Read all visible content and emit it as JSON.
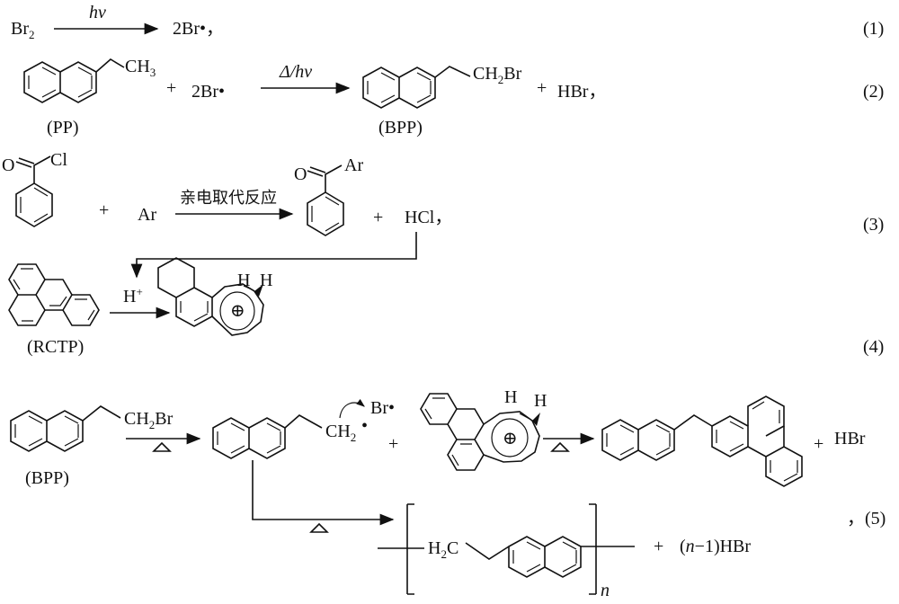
{
  "eq1": {
    "br2": "Br",
    "br2_sub": "2",
    "arrow_label": "hv",
    "product": "2Br•，",
    "number": "(1)"
  },
  "eq2": {
    "ch3": "CH",
    "ch3_sub": "3",
    "plus1": "+",
    "reagent": "2Br•",
    "arrow_label": "Δ/hv",
    "ch2br_pre": "CH",
    "ch2br_sub": "2",
    "ch2br_post": "Br",
    "plus2": "+",
    "hbr": "HBr，",
    "label_pp": "(PP)",
    "label_bpp": "(BPP)",
    "number": "(2)"
  },
  "eq3": {
    "o1": "O",
    "cl": "Cl",
    "plus1": "+",
    "ar": "Ar",
    "arrow_label": "亲电取代反应",
    "o2": "O",
    "ar2": "Ar",
    "plus2": "+",
    "hcl": "HCl，",
    "number": "(3)"
  },
  "eq4": {
    "hplus": "H",
    "hplus_sup": "+",
    "h1": "H",
    "h2": "H",
    "oplus": "⊕",
    "label_rctp": "(RCTP)",
    "number": "(4)"
  },
  "eq5": {
    "ch2br_pre": "CH",
    "ch2br_sub": "2",
    "ch2br_post": "Br",
    "label_bpp": "(BPP)",
    "br_rad": "Br•",
    "ch2_rad": "CH",
    "ch2_rad_sub": "2",
    "dot": "•",
    "plus1": "+",
    "h1": "H",
    "h2": "H",
    "oplus": "⊕",
    "plus2": "+",
    "hbr": "HBr",
    "h2c_pre": "H",
    "h2c_sub": "2",
    "h2c_post": "C",
    "n": "n",
    "plus3": "+",
    "n_hbr_open": "(",
    "n_hbr_n": "n",
    "n_hbr_rest": "−1)HBr",
    "comma": "，",
    "number": "(5)"
  }
}
